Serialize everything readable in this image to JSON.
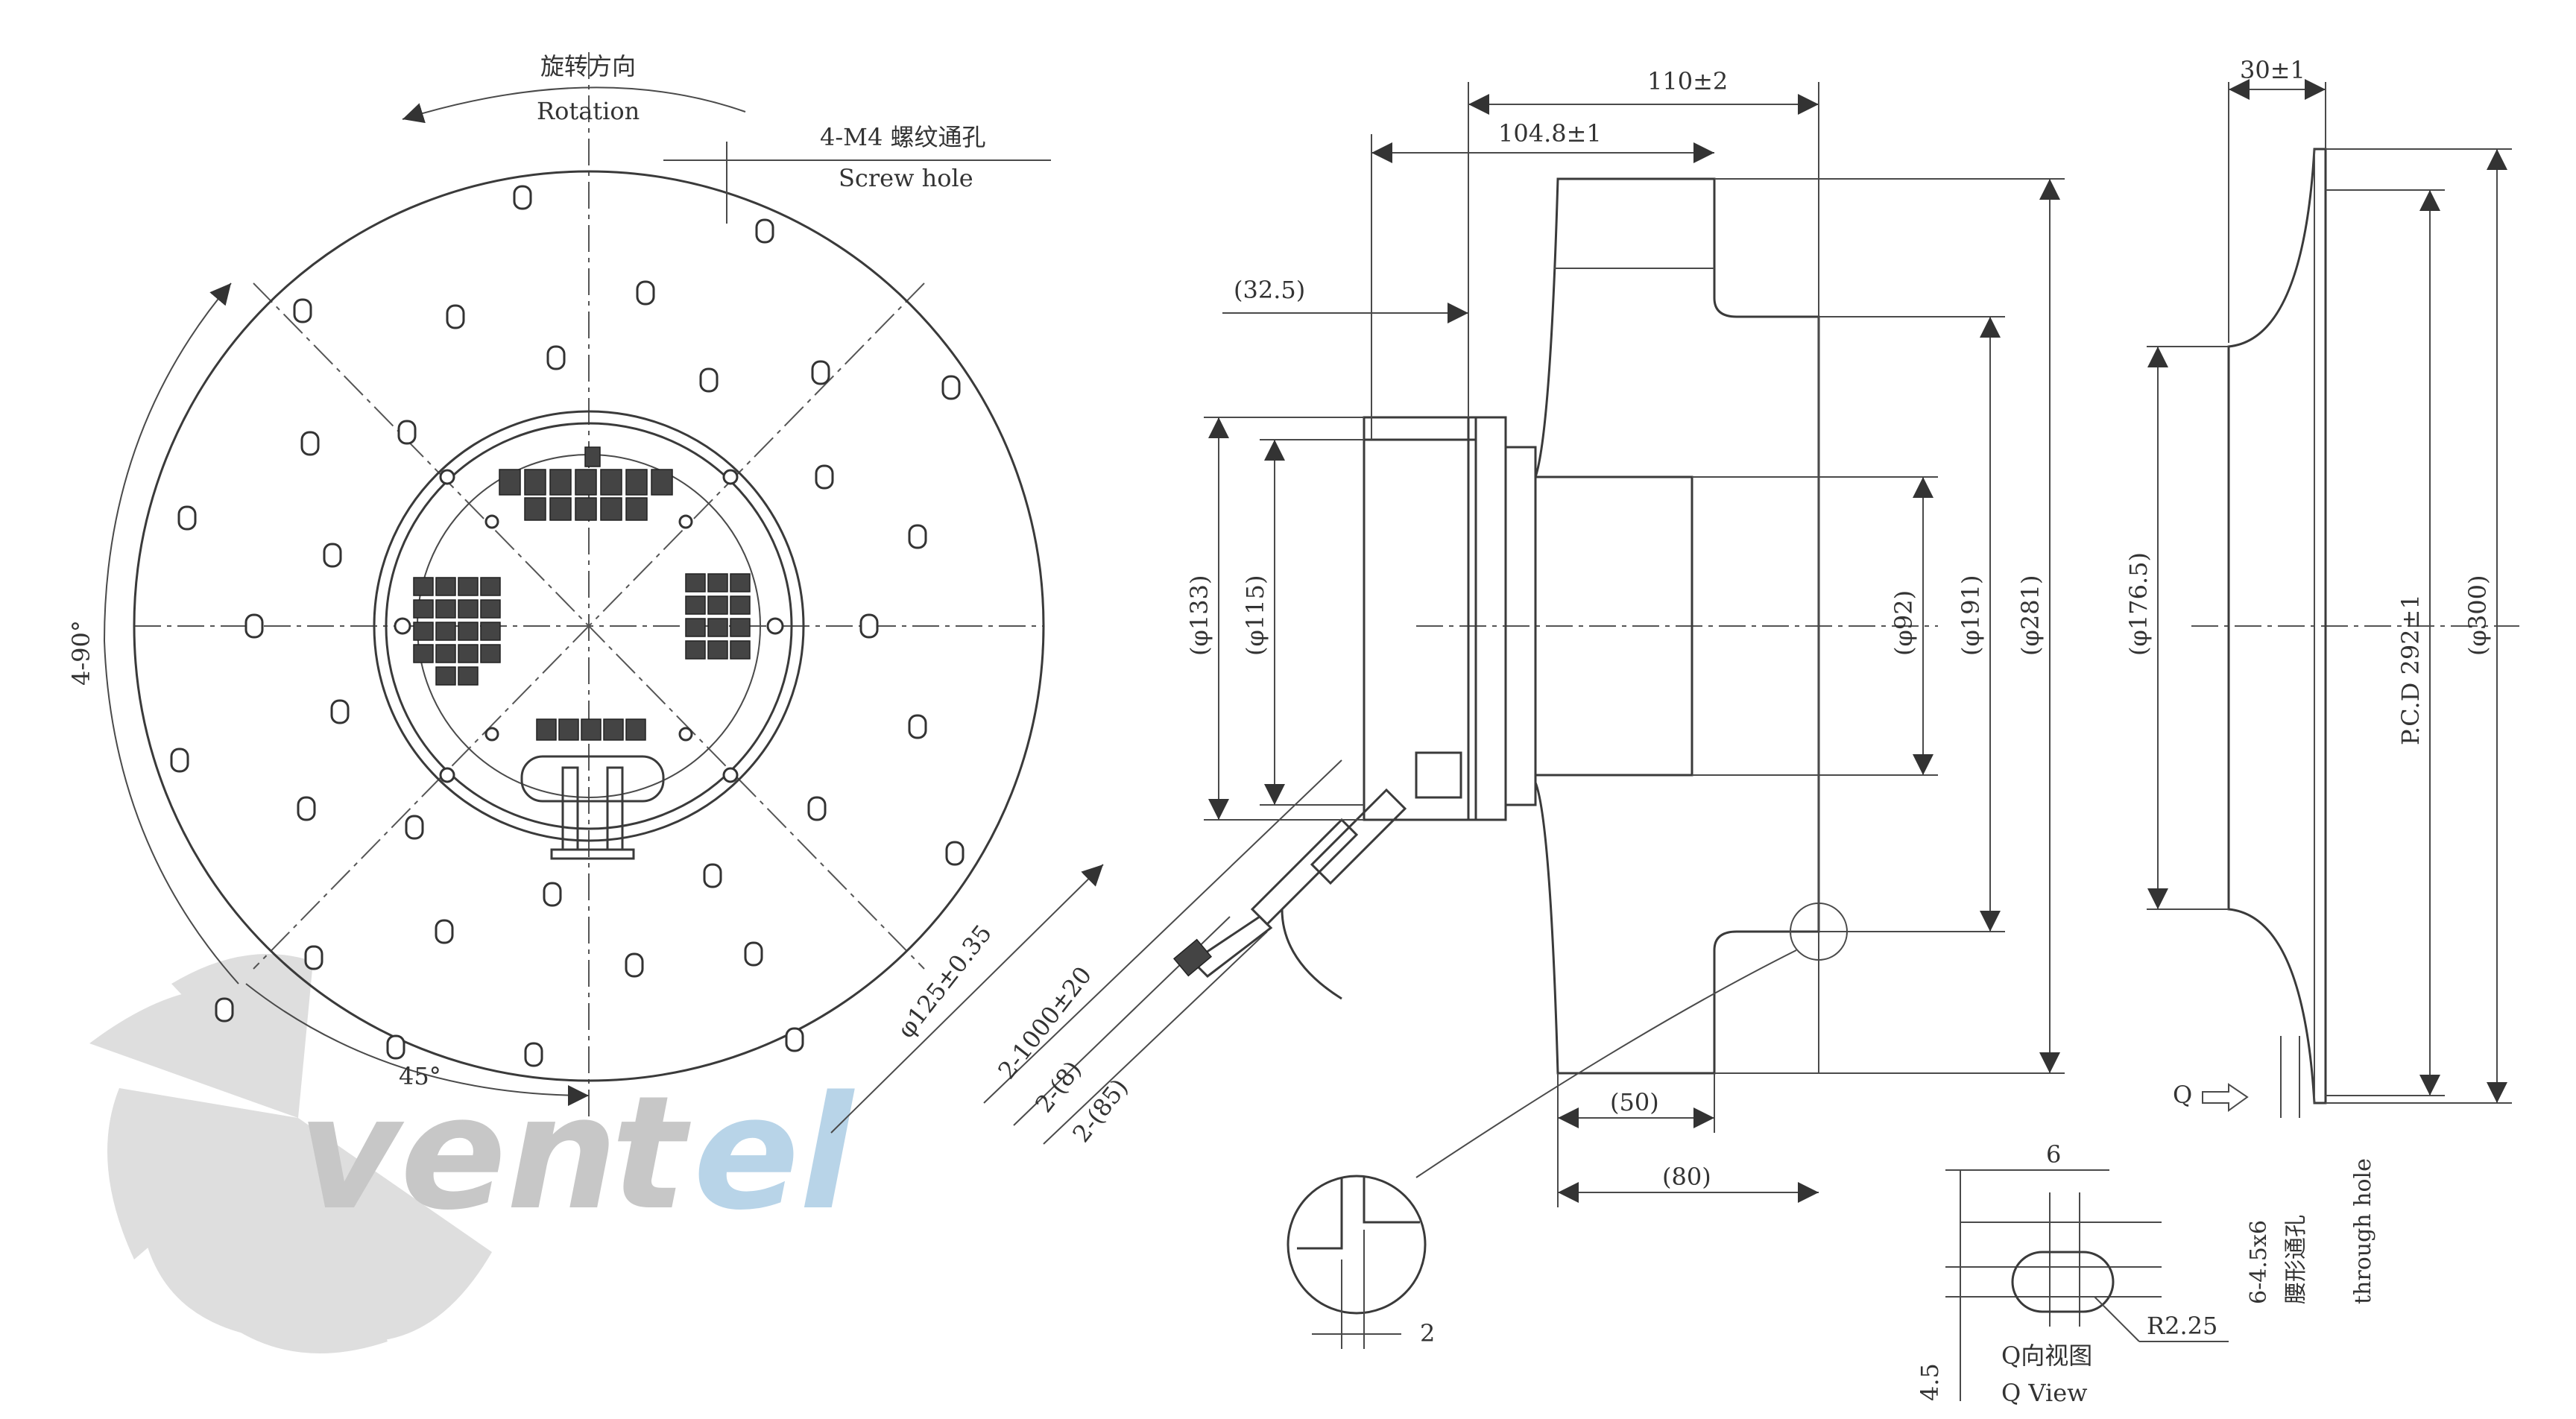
{
  "front_view": {
    "rotation_cn": "旋转方向",
    "rotation_en": "Rotation",
    "screw_hole_cn": "4-M4 螺纹通孔",
    "screw_hole_en": "Screw hole",
    "angle_4x90": "4-90°",
    "angle_45": "45°",
    "pcd": "φ125±0.35",
    "cable_length": "2-1000±20",
    "cable_strip_8": "2-(8)",
    "cable_strip_85": "2-(85)"
  },
  "side_view": {
    "overall_length": "110±2",
    "motor_length": "104.8±1",
    "shaft_offset": "(32.5)",
    "d133": "(φ133)",
    "d115": "(φ115)",
    "d92": "(φ92)",
    "d191": "(φ191)",
    "d281": "(φ281)",
    "w50": "(50)",
    "w80": "(80)",
    "detail_thickness": "2"
  },
  "inlet_ring": {
    "depth": "30±1",
    "d176": "(φ176.5)",
    "pcd": "P.C.D 292±1",
    "d300": "(φ300)",
    "holes_spec": "6-4.5x6",
    "holes_cn": "腰形通孔",
    "holes_en": "through hole",
    "q_marker": "Q",
    "q_view_cn": "Q向视图",
    "q_view_en": "Q View",
    "slot_width": "6",
    "slot_height": "4.5",
    "slot_radius": "R2.25"
  },
  "logo": {
    "part1": "ven",
    "part2": "t",
    "part3": "el"
  }
}
